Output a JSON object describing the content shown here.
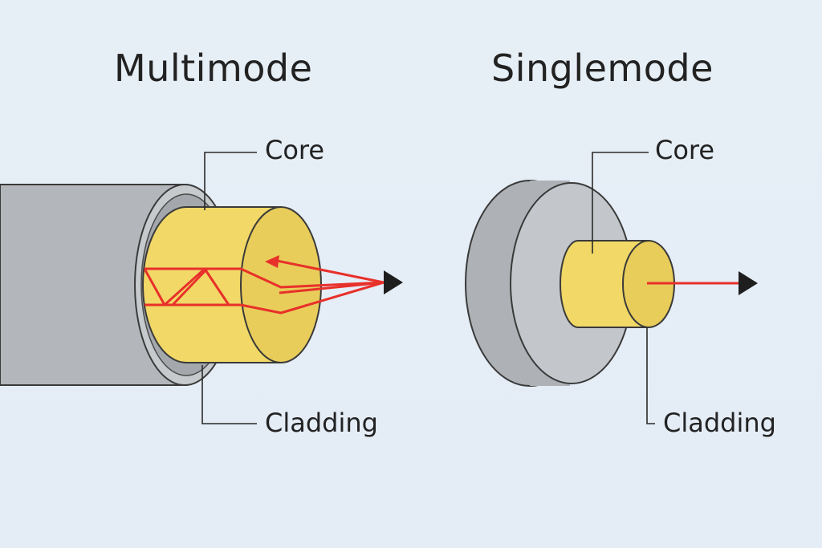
{
  "multimode": {
    "title": "Multimode",
    "core_label": "Core",
    "cladding_label": "Cladding"
  },
  "singlemode": {
    "title": "Singlemode",
    "core_label": "Core",
    "cladding_label": "Cladding"
  },
  "colors": {
    "background": "#e5edf6",
    "jacket": "#b6babe",
    "jacket_face": "#c3c6ca",
    "cladding": "#9fa3a7",
    "core": "#f1d867",
    "core_face": "#e8cd5a",
    "light_ray": "#e8302a",
    "outline": "#3a3a3a"
  }
}
